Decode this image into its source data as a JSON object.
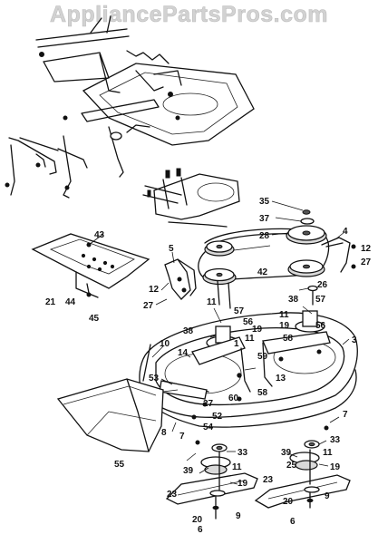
{
  "watermark": "AppliancePartsPros.com",
  "callouts": [
    {
      "id": "c35",
      "label": "35"
    },
    {
      "id": "c37",
      "label": "37"
    },
    {
      "id": "c28",
      "label": "28"
    },
    {
      "id": "c4",
      "label": "4"
    },
    {
      "id": "c12a",
      "label": "12"
    },
    {
      "id": "c27a",
      "label": "27"
    },
    {
      "id": "c43",
      "label": "43"
    },
    {
      "id": "c5",
      "label": "5"
    },
    {
      "id": "c42",
      "label": "42"
    },
    {
      "id": "c26",
      "label": "26"
    },
    {
      "id": "c38a",
      "label": "38"
    },
    {
      "id": "c57a",
      "label": "57"
    },
    {
      "id": "c12b",
      "label": "12"
    },
    {
      "id": "c27b",
      "label": "27"
    },
    {
      "id": "c21",
      "label": "21"
    },
    {
      "id": "c44",
      "label": "44"
    },
    {
      "id": "c45",
      "label": "45"
    },
    {
      "id": "c11a",
      "label": "11"
    },
    {
      "id": "c57b",
      "label": "57"
    },
    {
      "id": "c11b",
      "label": "11"
    },
    {
      "id": "c19a",
      "label": "19"
    },
    {
      "id": "c56a",
      "label": "56"
    },
    {
      "id": "c38b",
      "label": "38"
    },
    {
      "id": "c56b",
      "label": "56"
    },
    {
      "id": "c19b",
      "label": "19"
    },
    {
      "id": "c11c",
      "label": "11"
    },
    {
      "id": "c58a",
      "label": "58"
    },
    {
      "id": "c3",
      "label": "3"
    },
    {
      "id": "c10",
      "label": "10"
    },
    {
      "id": "c14",
      "label": "14"
    },
    {
      "id": "c1",
      "label": "1"
    },
    {
      "id": "c59",
      "label": "59"
    },
    {
      "id": "c13",
      "label": "13"
    },
    {
      "id": "c53",
      "label": "53"
    },
    {
      "id": "c60",
      "label": "60"
    },
    {
      "id": "c58b",
      "label": "58"
    },
    {
      "id": "c27c",
      "label": "27"
    },
    {
      "id": "c52",
      "label": "52"
    },
    {
      "id": "c54",
      "label": "54"
    },
    {
      "id": "c7a",
      "label": "7"
    },
    {
      "id": "c8",
      "label": "8"
    },
    {
      "id": "c7b",
      "label": "7"
    },
    {
      "id": "c55",
      "label": "55"
    },
    {
      "id": "c33a",
      "label": "33"
    },
    {
      "id": "c11d",
      "label": "11"
    },
    {
      "id": "c39a",
      "label": "39"
    },
    {
      "id": "c19c",
      "label": "19"
    },
    {
      "id": "c39b",
      "label": "39"
    },
    {
      "id": "c11e",
      "label": "11"
    },
    {
      "id": "c33b",
      "label": "33"
    },
    {
      "id": "c25",
      "label": "25"
    },
    {
      "id": "c19d",
      "label": "19"
    },
    {
      "id": "c23a",
      "label": "23"
    },
    {
      "id": "c23b",
      "label": "23"
    },
    {
      "id": "c20a",
      "label": "20"
    },
    {
      "id": "c20b",
      "label": "20"
    },
    {
      "id": "c9a",
      "label": "9"
    },
    {
      "id": "c9b",
      "label": "9"
    },
    {
      "id": "c6a",
      "label": "6"
    },
    {
      "id": "c6b",
      "label": "6"
    }
  ]
}
